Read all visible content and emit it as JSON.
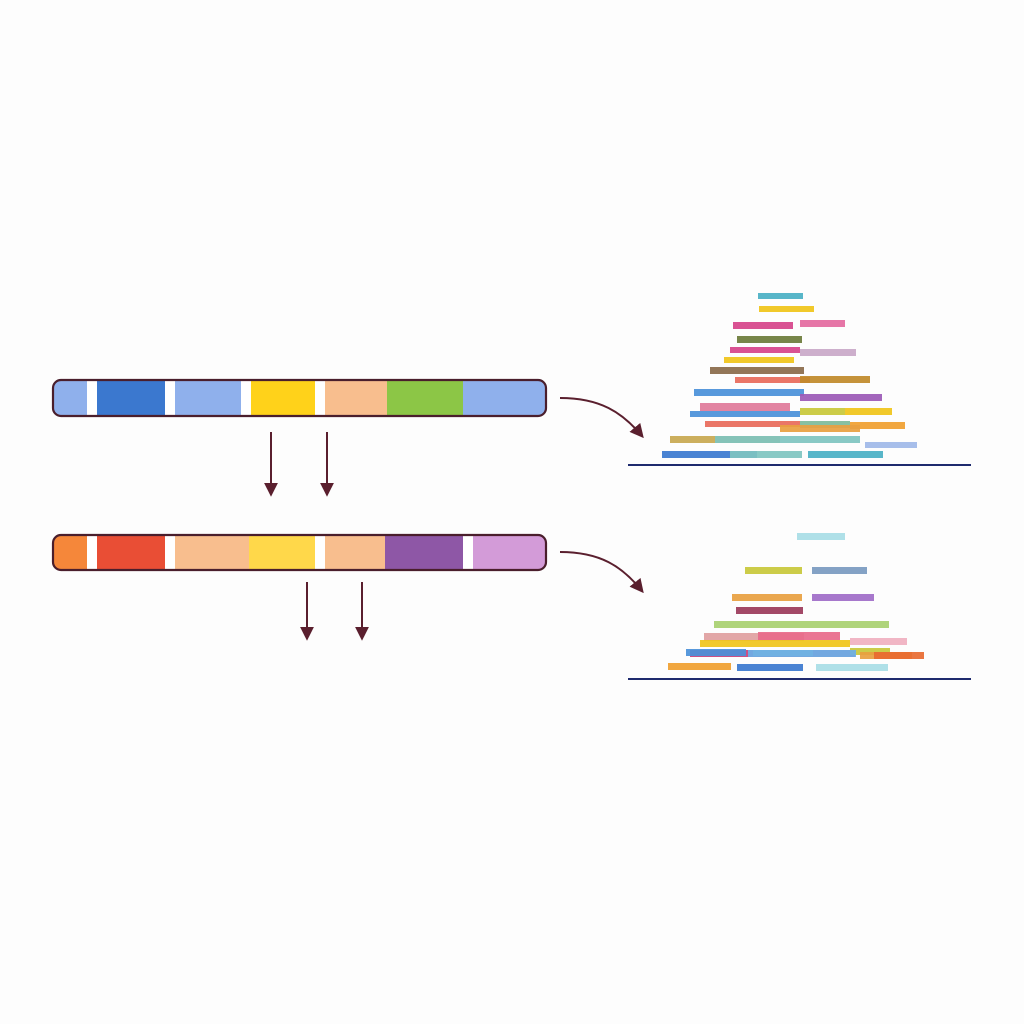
{
  "colors": {
    "outline": "#4a1e2c",
    "arrow": "#5a1f2e",
    "baseline": "#1e2a6e",
    "background": "#fdfdfd"
  },
  "tracks": [
    {
      "id": "top",
      "segments": [
        "#8fb0ec",
        "#ffffff",
        "#3b78cf",
        "#ffffff",
        "#8fb0ec",
        "#ffffff",
        "#ffd21a",
        "#ffffff",
        "#f8be8e",
        "#8cc646",
        "#8fb0ec"
      ],
      "down_arrows": 2,
      "stack_colors": [
        "#4ab0c4",
        "#f0c419",
        "#d6438a",
        "#e46aa0",
        "#6b7b3a",
        "#d6438a",
        "#c9a8c8",
        "#f0c419",
        "#8a6a4a",
        "#e86a5a",
        "#c08a2a",
        "#4a90d9",
        "#9b59b6",
        "#e07a9a",
        "#4a90d9",
        "#c8c83a",
        "#f0c419",
        "#e86a5a",
        "#7dbb9a",
        "#f0a030",
        "#c8a850",
        "#7fc4c0",
        "#e8a040",
        "#a0b8e8",
        "#3b78cf",
        "#7fc4c0"
      ]
    },
    {
      "id": "bottom",
      "segments": [
        "#f5873a",
        "#ffffff",
        "#e94e35",
        "#ffffff",
        "#f8be8e",
        "#ffd84a",
        "#ffffff",
        "#f8be8e",
        "#8e57a6",
        "#ffffff",
        "#d39bd8"
      ],
      "down_arrows": 2,
      "stack_colors": [
        "#a8dde6",
        "#c8c83a",
        "#7a9ac0",
        "#e8a040",
        "#a06cc8",
        "#9b3a5a",
        "#a8d070",
        "#e0a0a0",
        "#e86a8a",
        "#f0c419",
        "#f0b0c0",
        "#c8407a",
        "#c8c83a",
        "#a8c0a0",
        "#e8a040",
        "#4a90d9",
        "#6ab0e8",
        "#e86a30",
        "#f0a030",
        "#3b78cf"
      ]
    }
  ]
}
